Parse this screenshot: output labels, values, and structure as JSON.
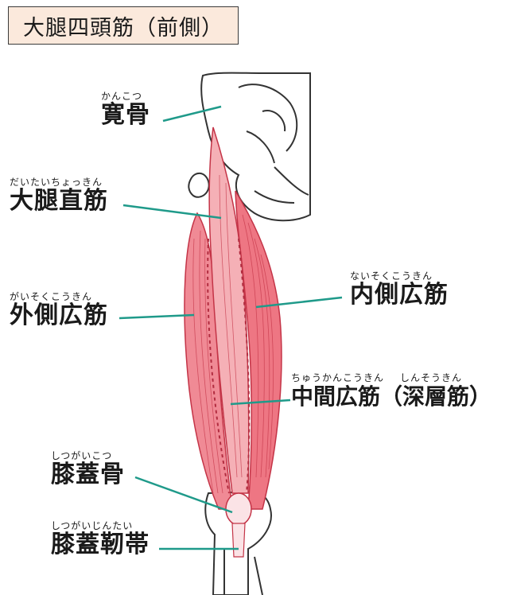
{
  "title": "大腿四頭筋（前側）",
  "colors": {
    "muscle": "#e8606e",
    "muscle_light": "#f4a7ae",
    "line": "#1f9a8a",
    "title_bg": "#fbe9dc"
  },
  "labels": {
    "hip": {
      "ruby": "かんこつ",
      "text": "寛骨"
    },
    "rectus_femoris": {
      "ruby": "だいたいちょっきん",
      "text": "大腿直筋"
    },
    "vastus_lateralis": {
      "ruby": "がいそくこうきん",
      "text": "外側広筋"
    },
    "vastus_medialis": {
      "ruby": "ないそくこうきん",
      "text": "内側広筋"
    },
    "vastus_intermedius": {
      "ruby1": "ちゅうかんこうきん",
      "ruby2": "しんそうきん",
      "text": "中間広筋（深層筋）"
    },
    "patella": {
      "ruby": "しつがいこつ",
      "text": "膝蓋骨"
    },
    "patellar_ligament": {
      "ruby": "しつがいじんたい",
      "text": "膝蓋靭帯"
    }
  }
}
